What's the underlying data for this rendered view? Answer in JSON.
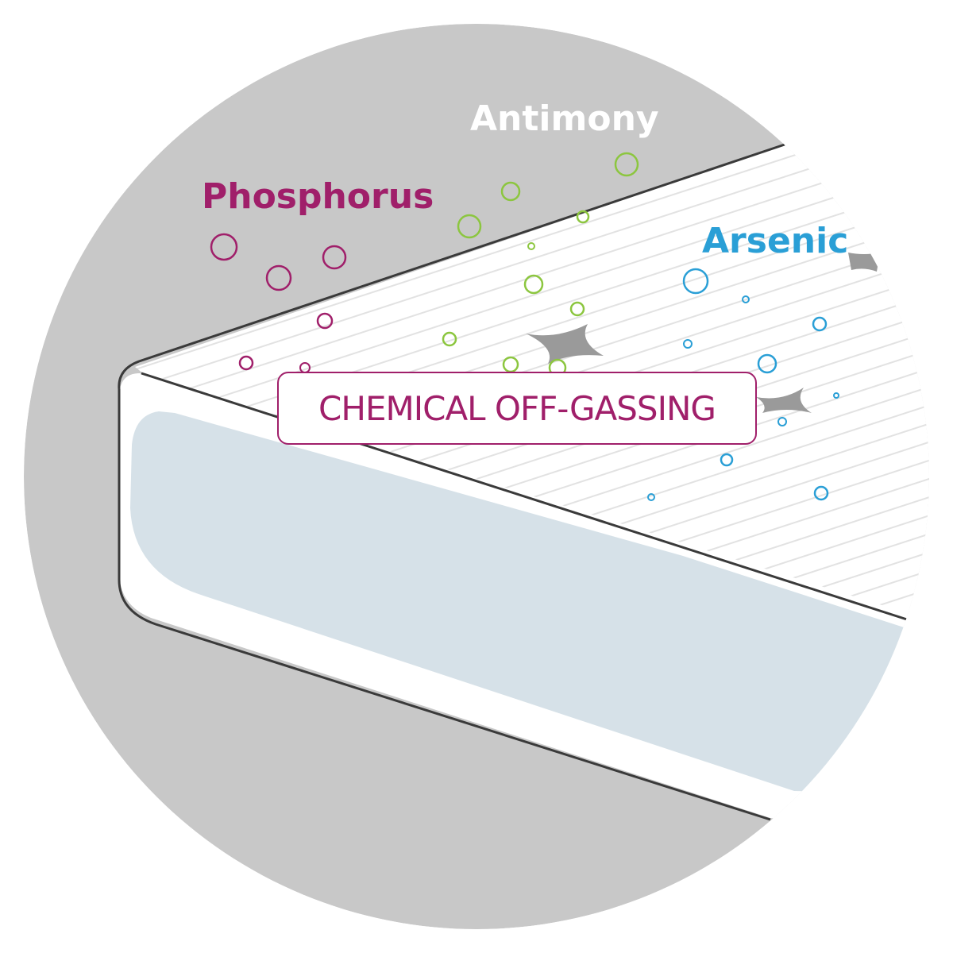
{
  "labels": {
    "antimony": "Antimony",
    "phosphorus": "Phosphorus",
    "arsenic": "Arsenic"
  },
  "callout": {
    "text": "CHEMICAL OFF-GASSING"
  },
  "colors": {
    "background_circle": "#c8c8c8",
    "mattress_fill": "#ffffff",
    "mattress_outline": "#3a3a3a",
    "mattress_core": "#d6e1e8",
    "stripe": "#e2e2e2",
    "gas_wisp": "#9a9a9a",
    "antimony": "#ffffff",
    "phosphorus": "#a01f6a",
    "arsenic": "#2a9fd6",
    "antimony_bubbles": "#8cc63f",
    "callout_border": "#a01f6a",
    "callout_text": "#a01f6a"
  },
  "icons": {
    "background": "circle-vignette",
    "object": "mattress-corner-cross-section",
    "particles": "bubble-ring"
  }
}
